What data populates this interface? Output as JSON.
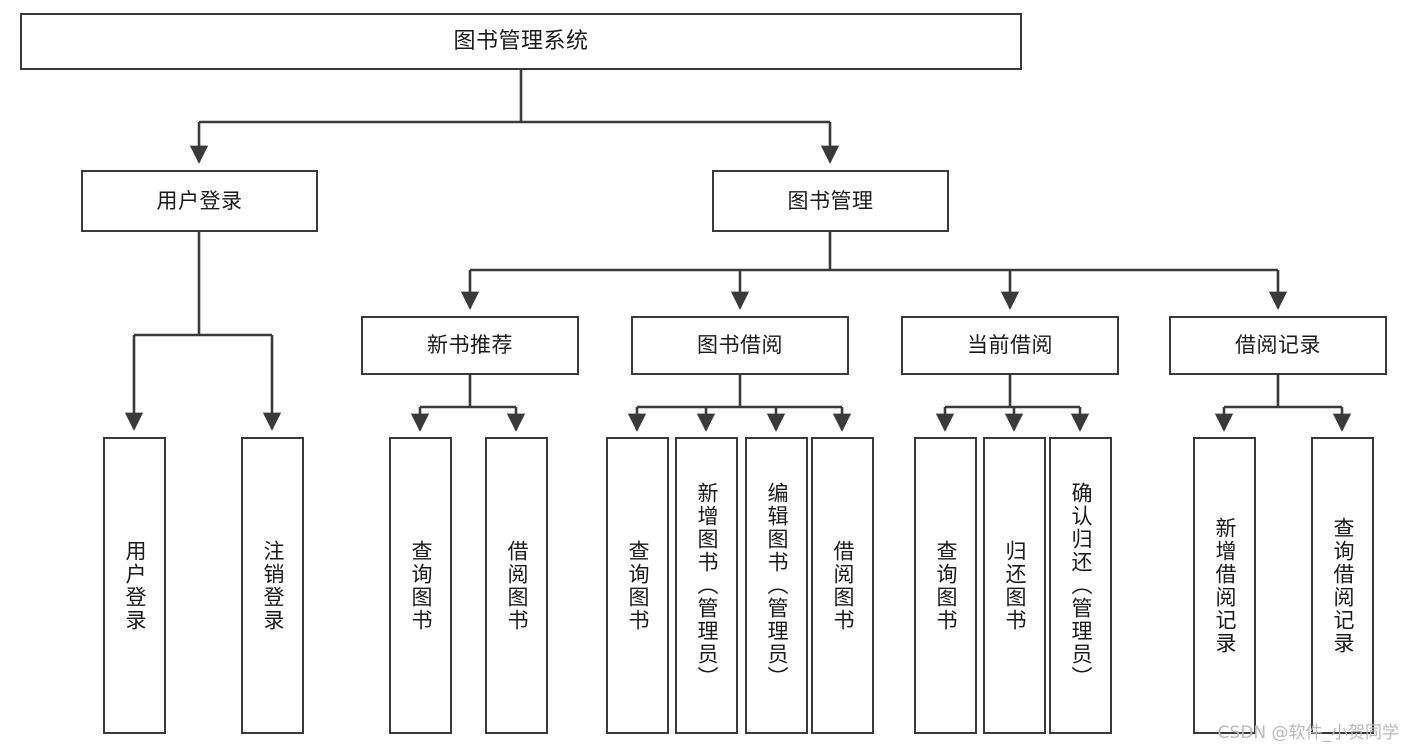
{
  "diagram": {
    "title": "图书管理系统",
    "type": "tree-hierarchy",
    "orientation": "top-down",
    "colors": {
      "box_border": "#3a3a3a",
      "box_fill": "#ffffff",
      "connector": "#3a3a3a",
      "text": "#1a1a1a",
      "watermark": "#b9b9b9",
      "background": "#ffffff"
    },
    "root": {
      "label": "图书管理系统"
    },
    "level2": [
      {
        "id": "user-login",
        "label": "用户登录"
      },
      {
        "id": "book-management",
        "label": "图书管理"
      }
    ],
    "level3": [
      {
        "id": "new-book-recommend",
        "label": "新书推荐"
      },
      {
        "id": "book-borrow",
        "label": "图书借阅"
      },
      {
        "id": "current-borrow",
        "label": "当前借阅"
      },
      {
        "id": "borrow-record",
        "label": "借阅记录"
      }
    ],
    "leaves": {
      "user_login": [
        {
          "id": "leaf-user-login",
          "label": "用户登录"
        },
        {
          "id": "leaf-logout-login",
          "label": "注销登录"
        }
      ],
      "new_book_recommend": [
        {
          "id": "leaf-query-book-1",
          "label": "查询图书"
        },
        {
          "id": "leaf-borrow-book-1",
          "label": "借阅图书"
        }
      ],
      "book_borrow": [
        {
          "id": "leaf-query-book-2",
          "label": "查询图书"
        },
        {
          "id": "leaf-add-book",
          "label": "新增图书（管理员）"
        },
        {
          "id": "leaf-edit-book",
          "label": "编辑图书（管理员）"
        },
        {
          "id": "leaf-borrow-book-2",
          "label": "借阅图书"
        }
      ],
      "current_borrow": [
        {
          "id": "leaf-query-book-3",
          "label": "查询图书"
        },
        {
          "id": "leaf-return-book",
          "label": "归还图书"
        },
        {
          "id": "leaf-confirm-return",
          "label": "确认归还（管理员）"
        }
      ],
      "borrow_record": [
        {
          "id": "leaf-add-borrow-record",
          "label": "新增借阅记录"
        },
        {
          "id": "leaf-query-borrow-record",
          "label": "查询借阅记录"
        }
      ]
    }
  },
  "watermark": {
    "text": "CSDN @软件_小贺同学"
  }
}
